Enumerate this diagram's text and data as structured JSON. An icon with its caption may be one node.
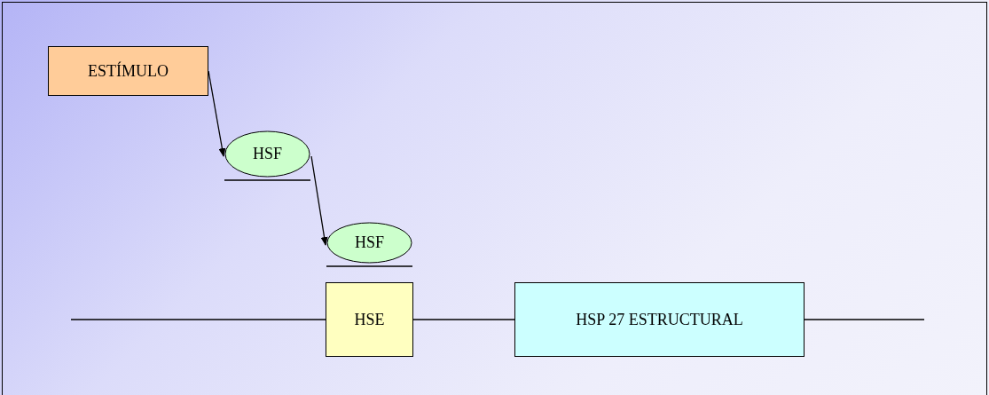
{
  "diagram": {
    "nodes": [
      {
        "text": [
          "ESTÍMULO"
        ]
      },
      {
        "text": [
          "HSF"
        ]
      },
      {
        "text": [
          "HSF"
        ]
      },
      {
        "text": [
          "HSE"
        ]
      },
      {
        "text": [
          "HSP 27 ESTRUCTURAL"
        ]
      }
    ],
    "edges": [
      {
        "from": 0,
        "to": 1,
        "arrow": "to"
      },
      {
        "from": 1,
        "to": 2,
        "arrow": "to"
      },
      {
        "from": null,
        "to": 3,
        "arrow": "none"
      },
      {
        "from": 3,
        "to": 4,
        "arrow": "none"
      },
      {
        "from": 4,
        "to": null,
        "arrow": "none"
      }
    ]
  }
}
